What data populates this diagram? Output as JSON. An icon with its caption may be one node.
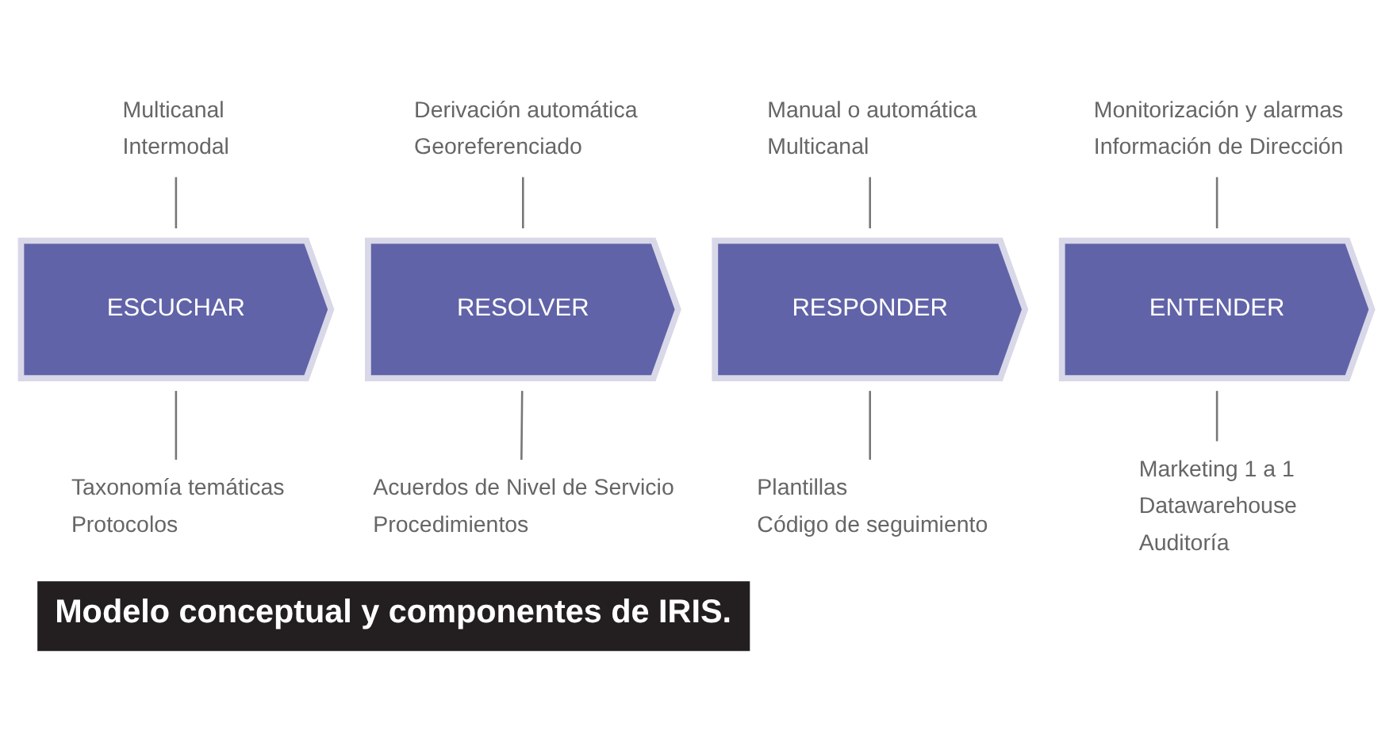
{
  "diagram": {
    "caption": "Modelo conceptual y componentes de IRIS.",
    "nodes": [
      {
        "text": [
          "Multicanal",
          "Intermodal"
        ]
      },
      {
        "text": [
          "Derivación automática",
          "Georeferenciado"
        ]
      },
      {
        "text": [
          "Manual o automática",
          "Multicanal"
        ]
      },
      {
        "text": [
          "Monitorización y alarmas",
          "Información de Dirección"
        ]
      },
      {
        "text": [
          "ESCUCHAR"
        ]
      },
      {
        "text": [
          "RESOLVER"
        ]
      },
      {
        "text": [
          "RESPONDER"
        ]
      },
      {
        "text": [
          "ENTENDER"
        ]
      },
      {
        "text": [
          "Taxonomía temáticas",
          "Protocolos"
        ]
      },
      {
        "text": [
          "Acuerdos de Nivel de Servicio",
          "Procedimientos"
        ]
      },
      {
        "text": [
          "Plantillas",
          "Código de seguimiento"
        ]
      },
      {
        "text": [
          "Marketing 1 a 1",
          "Datawarehouse",
          "Auditoría"
        ]
      }
    ],
    "edges": [
      {
        "from": 0,
        "to": 4,
        "arrow": "none"
      },
      {
        "from": 1,
        "to": 5,
        "arrow": "none"
      },
      {
        "from": 2,
        "to": 6,
        "arrow": "none"
      },
      {
        "from": 3,
        "to": 7,
        "arrow": "none"
      },
      {
        "from": 8,
        "to": 4,
        "arrow": "none"
      },
      {
        "from": 9,
        "to": 5,
        "arrow": "none"
      },
      {
        "from": 10,
        "to": 6,
        "arrow": "none"
      },
      {
        "from": 11,
        "to": 7,
        "arrow": "none"
      }
    ]
  }
}
